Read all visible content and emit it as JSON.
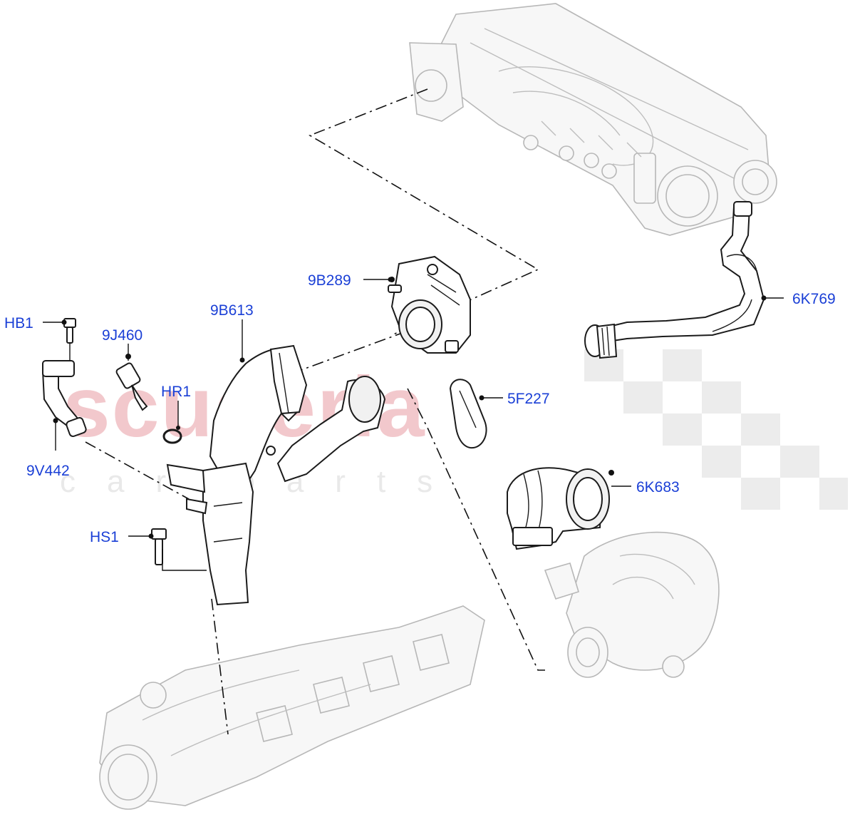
{
  "watermark": {
    "main": "scuderia",
    "sub": "car parts"
  },
  "callouts": {
    "hb1": "HB1",
    "j460": "9J460",
    "hr1": "HR1",
    "b613": "9B613",
    "b289": "9B289",
    "k769": "6K769",
    "f227": "5F227",
    "k683": "6K683",
    "v442": "9V442",
    "hs1": "HS1"
  },
  "colors": {
    "callout": "#1a3fd6",
    "watermark": "#f2c8cc"
  }
}
